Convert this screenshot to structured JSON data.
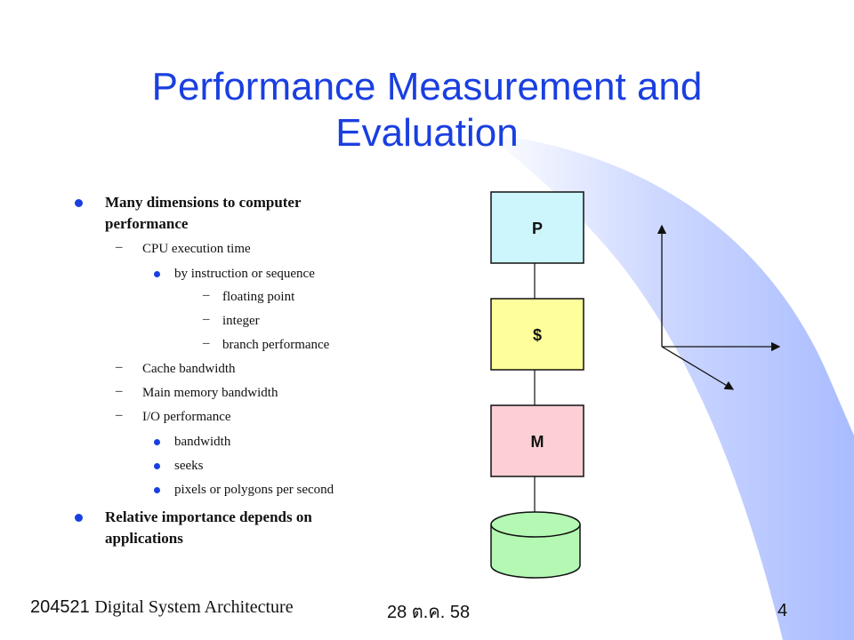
{
  "slide": {
    "title_line1": "Performance Measurement and",
    "title_line2": "Evaluation",
    "bullets": {
      "b1_line1": "Many dimensions to computer",
      "b1_line2": "performance",
      "cpu": "CPU execution time",
      "by_instruction": "by instruction or sequence",
      "floating_point": "floating point",
      "integer": "integer",
      "branch": "branch performance",
      "cache": "Cache bandwidth",
      "main_memory": "Main memory bandwidth",
      "io": "I/O performance",
      "bandwidth": "bandwidth",
      "seeks": "seeks",
      "pixels": "pixels or polygons per second",
      "b2_line1": "Relative importance depends on",
      "b2_line2": "applications"
    },
    "diagram": {
      "p_label": "P",
      "cache_label": "$",
      "m_label": "M",
      "p_color": "#ccf6fb",
      "cache_color": "#fefe9a",
      "m_color": "#fbcfd4",
      "disk_color": "#b4f8b4"
    },
    "footer": {
      "course_code": "204521",
      "course_name": "Digital System Architecture",
      "date": "28 ต.ค. 58",
      "page": "4"
    },
    "colors": {
      "title": "#1a3fe0",
      "accent": "#3366ff"
    }
  }
}
